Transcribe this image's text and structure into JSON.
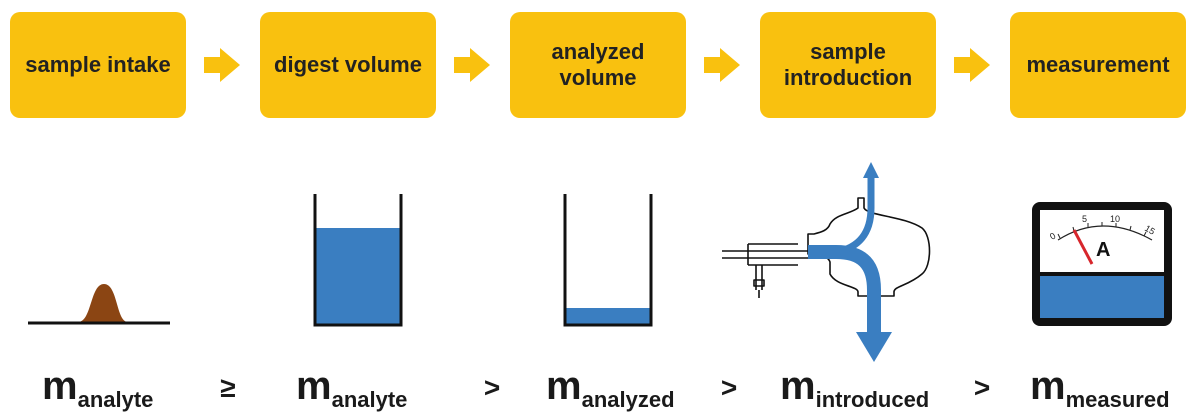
{
  "colors": {
    "step_fill": "#F9C10F",
    "liquid": "#3A7EC1",
    "sample": "#8B4513",
    "needle": "#D7262C"
  },
  "steps": [
    {
      "label": "sample intake"
    },
    {
      "label": "digest volume"
    },
    {
      "label": "analyzed volume"
    },
    {
      "label": "sample introduction"
    },
    {
      "label": "measurement"
    }
  ],
  "formulas": [
    {
      "m": "m",
      "sub": "analyte"
    },
    {
      "m": "m",
      "sub": "analyte"
    },
    {
      "m": "m",
      "sub": "analyzed"
    },
    {
      "m": "m",
      "sub": "introduced"
    },
    {
      "m": "m",
      "sub": "measured"
    }
  ],
  "relations": [
    "≥",
    ">",
    ">",
    ">"
  ],
  "meter": {
    "unit": "A",
    "scale_labels": [
      "0",
      "5",
      "10",
      "15"
    ]
  }
}
